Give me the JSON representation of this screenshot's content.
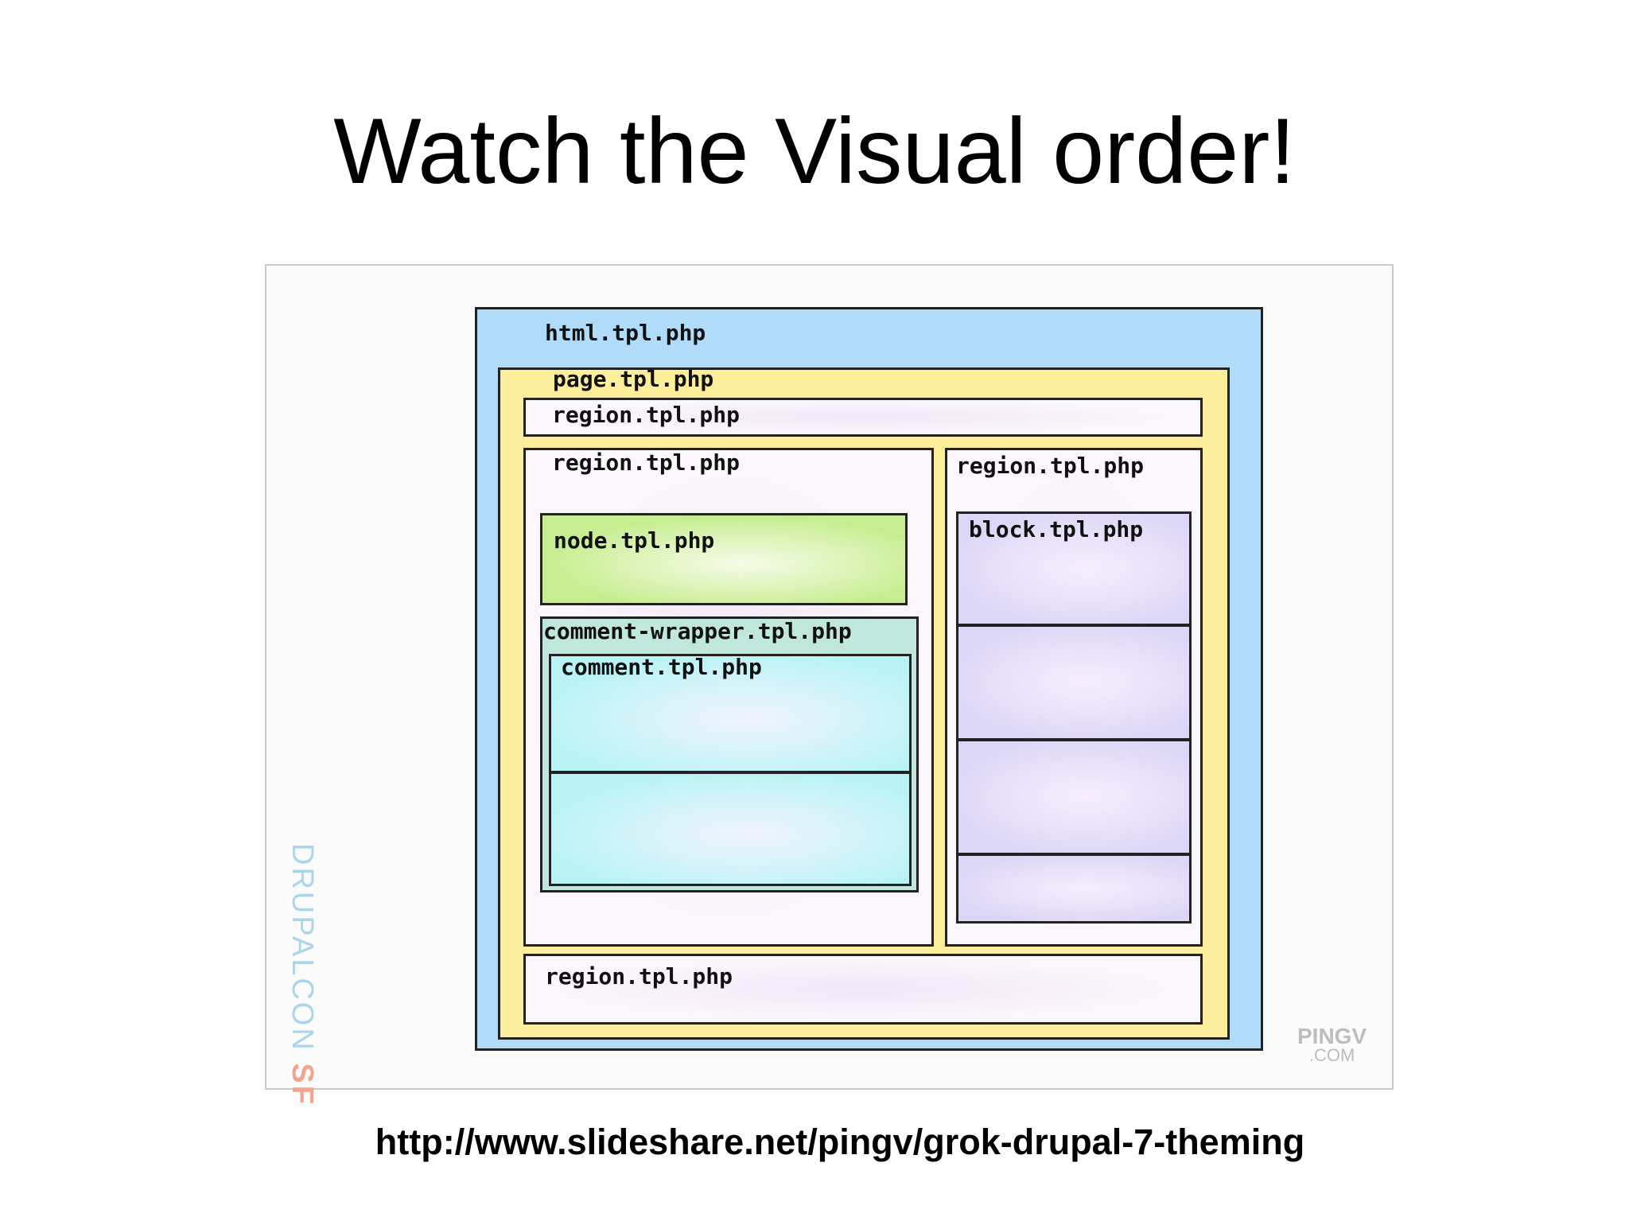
{
  "title": "Watch the Visual order!",
  "diagram": {
    "html": "html.tpl.php",
    "page": "page.tpl.php",
    "region_top": "region.tpl.php",
    "region_left": "region.tpl.php",
    "region_right": "region.tpl.php",
    "region_bottom": "region.tpl.php",
    "node": "node.tpl.php",
    "comment_wrapper": "comment-wrapper.tpl.php",
    "comment": "comment.tpl.php",
    "block": "block.tpl.php",
    "colors": {
      "html": "#b0dcfa",
      "page": "#fcee9a",
      "region": "#fbf7fc",
      "node": "#c6ee90",
      "comment": "#b9f3f6",
      "block": "#dcd6f7"
    }
  },
  "logos": {
    "drupalcon": "DRUPALCON",
    "drupalcon_sf": "SF",
    "pingv": "PINGV",
    "pingv_sub": ".COM"
  },
  "source_url": "http://www.slideshare.net/pingv/grok-drupal-7-theming"
}
